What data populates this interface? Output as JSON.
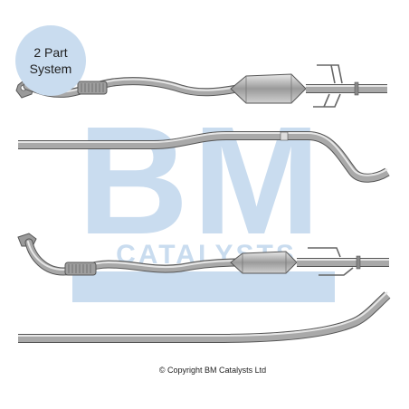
{
  "badge": {
    "line1": "2 Part",
    "line2": "System"
  },
  "watermark": {
    "brand": "BM",
    "sub": "CATALYSTS"
  },
  "copyright": "© Copyright BM Catalysts Ltd",
  "colors": {
    "watermark": "#c9dcef",
    "pipe": "#8c8c8c",
    "pipe_highlight": "#e3e3e3",
    "outline": "#555555"
  }
}
